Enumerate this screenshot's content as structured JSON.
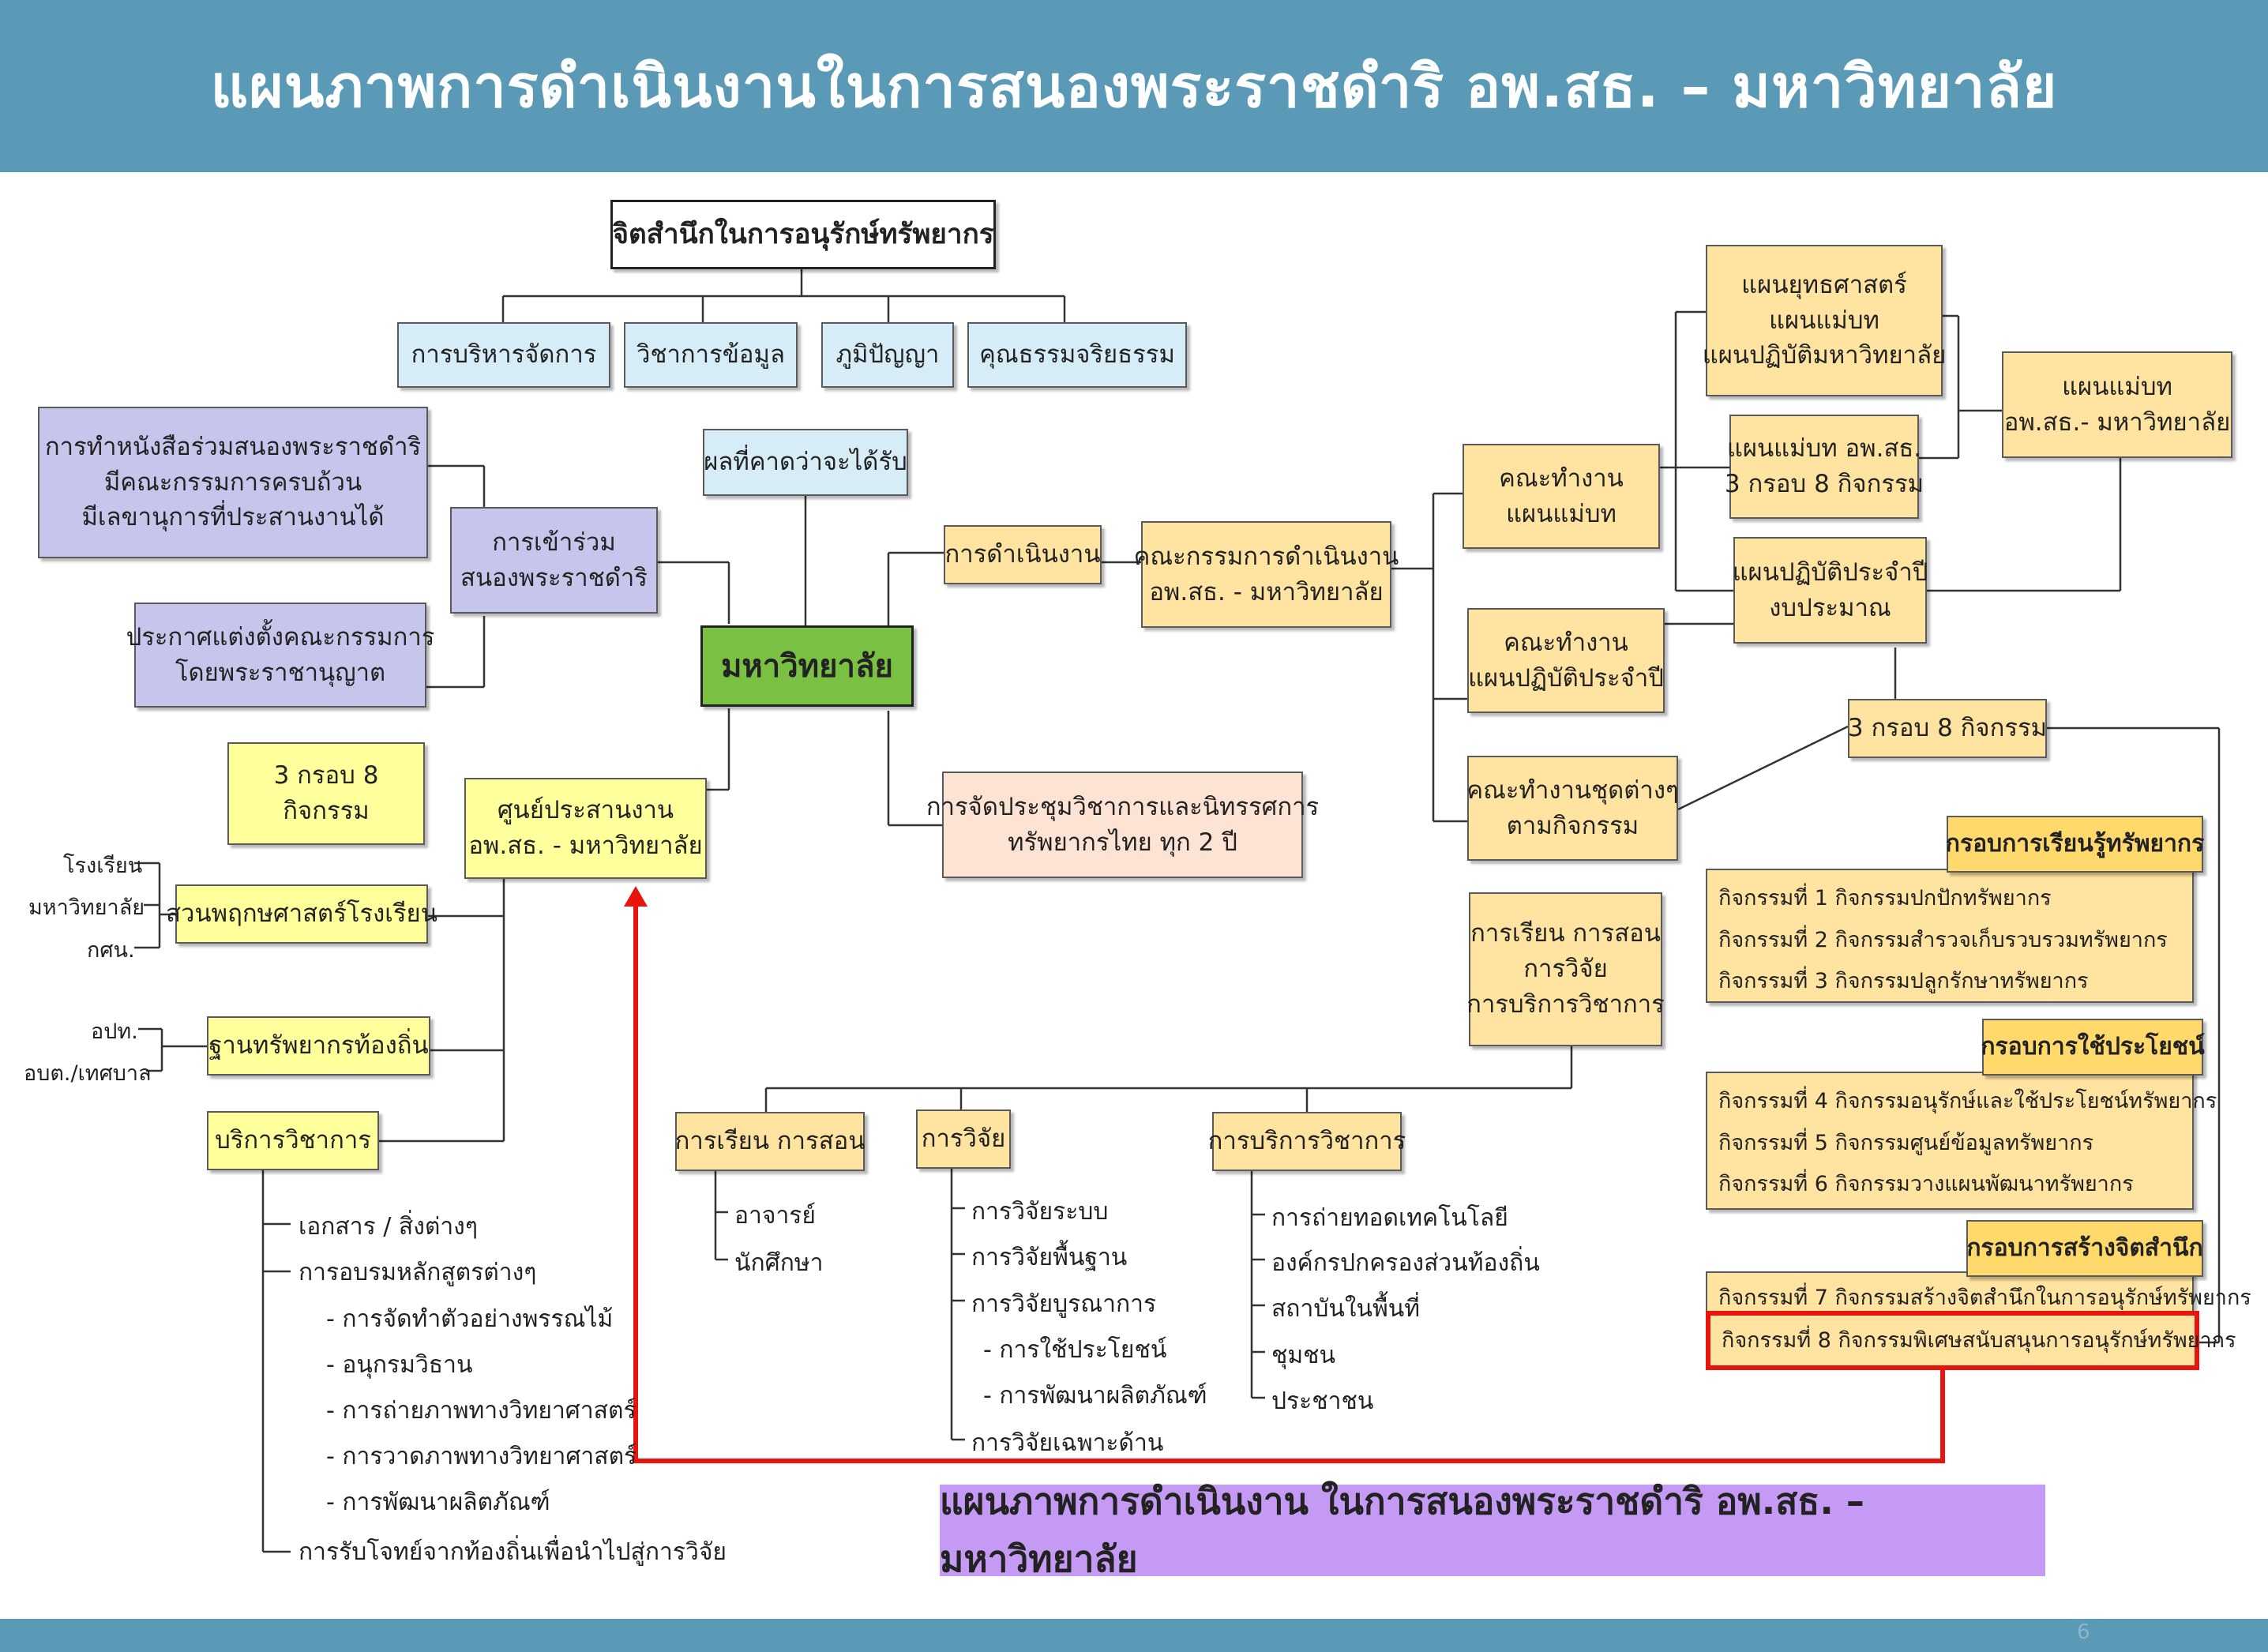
{
  "header": {
    "title": "แผนภาพการดำเนินงานในการสนองพระราชดำริ อพ.สธ. – มหาวิทยาลัย"
  },
  "page_number": "6",
  "left": {
    "awareness": "จิตสำนึกในการอนุรักษ์ทรัพยากร",
    "aspects": [
      "การบริหารจัดการ",
      "วิชาการข้อมูล",
      "ภูมิปัญญา",
      "คุณธรรมจริยธรรม"
    ],
    "expected": "ผลที่คาดว่าจะได้รับ",
    "university": "มหาวิทยาลัย",
    "mou": [
      "การทำหนังสือร่วมสนองพระราชดำริ",
      "มีคณะกรรมการครบถ้วน",
      "มีเลขานุการที่ประสานงานได้"
    ],
    "announce": [
      "ประกาศแต่งตั้งคณะกรรมการ",
      "โดยพระราชานุญาต"
    ],
    "join": [
      "การเข้าร่วม",
      "สนองพระราชดำริ"
    ],
    "framework": [
      "3 กรอบ 8",
      "กิจกรรม"
    ],
    "center": [
      "ศูนย์ประสานงาน",
      "อพ.สธ. - มหาวิทยาลัย"
    ],
    "school_garden": "สวนพฤกษศาสตร์โรงเรียน",
    "school_garden_labels": [
      "โรงเรียน",
      "มหาวิทยาลัย",
      "กศน."
    ],
    "local_base": "ฐานทรัพยากรท้องถิ่น",
    "local_base_labels": [
      "อปท.",
      "อบต./เทศบาล"
    ],
    "service": "บริการวิชาการ",
    "service_items": [
      "เอกสาร / สิ่งต่างๆ",
      "การอบรมหลักสูตรต่างๆ",
      "- การจัดทำตัวอย่างพรรณไม้",
      "- อนุกรมวิธาน",
      "- การถ่ายภาพทางวิทยาศาสตร์",
      "- การวาดภาพทางวิทยาศาสตร์",
      "- การพัฒนาผลิตภัณฑ์",
      "การรับโจทย์จากท้องถิ่นเพื่อนำไปสู่การวิจัย"
    ]
  },
  "middle": {
    "operation": "การดำเนินงาน",
    "committee": [
      "คณะกรรมการดำเนินงาน",
      "อพ.สธ. - มหาวิทยาลัย"
    ],
    "conference": [
      "การจัดประชุมวิชาการและนิทรรศการ",
      "ทรัพยากรไทย ทุก 2 ปี"
    ],
    "teaching": "การเรียน การสอน",
    "teaching_items": [
      "อาจารย์",
      "นักศึกษา"
    ],
    "research": "การวิจัย",
    "research_items": [
      "การวิจัยระบบ",
      "การวิจัยพื้นฐาน",
      "การวิจัยบูรณาการ",
      "- การใช้ประโยชน์",
      "- การพัฒนาผลิตภัณฑ์",
      "การวิจัยเฉพาะด้าน"
    ],
    "academic_service": "การบริการวิชาการ",
    "academic_service_items": [
      "การถ่ายทอดเทคโนโลยี",
      "องค์กรปกครองส่วนท้องถิ่น",
      "สถาบันในพื้นที่",
      "ชุมชน",
      "ประชาชน"
    ]
  },
  "right": {
    "wg_master": [
      "คณะทำงาน",
      "แผนแม่บท"
    ],
    "wg_annual": [
      "คณะทำงาน",
      "แผนปฏิบัติประจำปี"
    ],
    "wg_sets": [
      "คณะทำงานชุดต่างๆ",
      "ตามกิจกรรม"
    ],
    "missions": [
      "การเรียน การสอน",
      "การวิจัย",
      "การบริการวิชาการ"
    ],
    "strategy": [
      "แผนยุทธศาสตร์",
      "แผนแม่บท",
      "แผนปฏิบัติมหาวิทยาลัย"
    ],
    "master_rspg": [
      "แผนแม่บท อพ.สธ.",
      "3 กรอบ 8 กิจกรรม"
    ],
    "master_uni": [
      "แผนแม่บท",
      "อพ.สธ.- มหาวิทยาลัย"
    ],
    "annual_budget": [
      "แผนปฏิบัติประจำปี",
      "งบประมาณ"
    ],
    "frame_count": "3 กรอบ 8 กิจกรรม",
    "frame1_title": "กรอบการเรียนรู้ทรัพยากร",
    "frame1_items": [
      "กิจกรรมที่ 1 กิจกรรมปกปักทรัพยากร",
      "กิจกรรมที่ 2 กิจกรรมสำรวจเก็บรวบรวมทรัพยากร",
      "กิจกรรมที่ 3 กิจกรรมปลูกรักษาทรัพยากร"
    ],
    "frame2_title": "กรอบการใช้ประโยชน์",
    "frame2_items": [
      "กิจกรรมที่ 4 กิจกรรมอนุรักษ์และใช้ประโยชน์ทรัพยากร",
      "กิจกรรมที่ 5 กิจกรรมศูนย์ข้อมูลทรัพยากร",
      "กิจกรรมที่ 6 กิจกรรมวางแผนพัฒนาทรัพยากร"
    ],
    "frame3_title": "กรอบการสร้างจิตสำนึก",
    "frame3_item7": "กิจกรรมที่ 7 กิจกรรมสร้างจิตสำนึกในการอนุรักษ์ทรัพยากร",
    "frame3_item8": "กิจกรรมที่ 8 กิจกรรมพิเศษสนับสนุนการอนุรักษ์ทรัพยากร"
  },
  "banner": "แผนภาพการดำเนินงาน ในการสนองพระราชดำริ อพ.สธ. – มหาวิทยาลัย",
  "colors": {
    "header": "#5a9ab6",
    "highlight": "#e8150f",
    "banner": "#c59af5"
  }
}
